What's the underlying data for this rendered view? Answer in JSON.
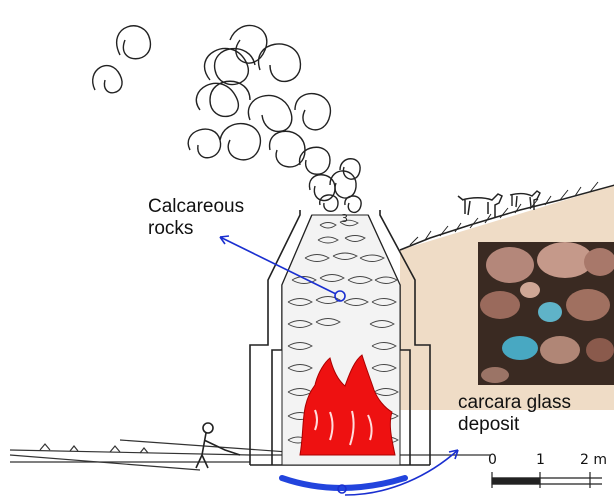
{
  "labels": {
    "calcareous_line1": "Calcareous",
    "calcareous_line2": "rocks",
    "deposit_line1": "carcara glass",
    "deposit_line2": "deposit"
  },
  "scale": {
    "tick0": "0",
    "tick1": "1",
    "tick2": "2 m"
  },
  "colors": {
    "fire": "#ee1111",
    "arrow": "#1a2fd0",
    "blue_arc": "#2244dd",
    "ink": "#222222",
    "photo_dark": "#3a2a22"
  }
}
